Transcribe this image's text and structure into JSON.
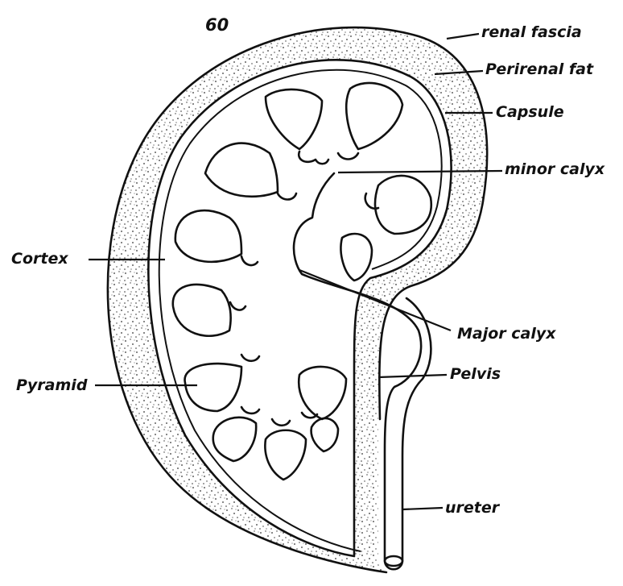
{
  "page_number": "60",
  "labels": {
    "renal_fascia": "renal fascia",
    "perirenal_fat": "Perirenal fat",
    "capsule": "Capsule",
    "minor_calyx": "minor calyx",
    "cortex": "Cortex",
    "major_calyx": "Major calyx",
    "pyramid": "Pyramid",
    "pelvis": "Pelvis",
    "ureter": "ureter"
  },
  "colors": {
    "ink": "#111111",
    "paper": "#ffffff",
    "stipple": "#333333"
  }
}
